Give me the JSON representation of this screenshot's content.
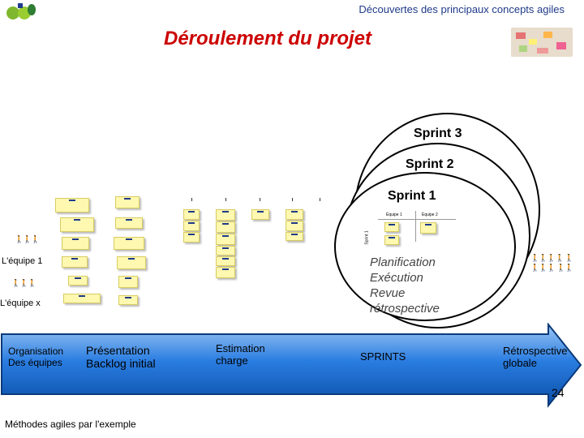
{
  "header": {
    "title": "Découvertes des principaux concepts agiles"
  },
  "main_title": "Déroulement du projet",
  "sprints": [
    {
      "label": "Sprint 3"
    },
    {
      "label": "Sprint 2"
    },
    {
      "label": "Sprint 1"
    }
  ],
  "teams": {
    "team1": "L'équipe 1",
    "teamx": "L'équipe x"
  },
  "sprint_board": {
    "side_label": "Sprint 1",
    "team1": "Équipe 1",
    "team2": "Équipe 2"
  },
  "activities": [
    "Planification",
    "Exécution",
    "Revue",
    "rétrospective"
  ],
  "arrow_steps": [
    {
      "line1": "Organisation",
      "line2": "Des équipes"
    },
    {
      "line1": "Présentation",
      "line2": "Backlog initial"
    },
    {
      "line1": "Estimation",
      "line2": "charge"
    },
    {
      "line1": "SPRINTS",
      "line2": ""
    },
    {
      "line1": "Rétrospective",
      "line2": "globale"
    }
  ],
  "footer": {
    "left": "Méthodes agiles par l'exemple",
    "page": "24"
  },
  "colors": {
    "accent": "#cc0000",
    "arrow_fill": "#2a7de1",
    "arrow_border": "#0b3a7a",
    "header": "#1f3a8a"
  },
  "icons": [
    "logo-icon",
    "stick-figure-icon",
    "sticky-note-icon"
  ]
}
